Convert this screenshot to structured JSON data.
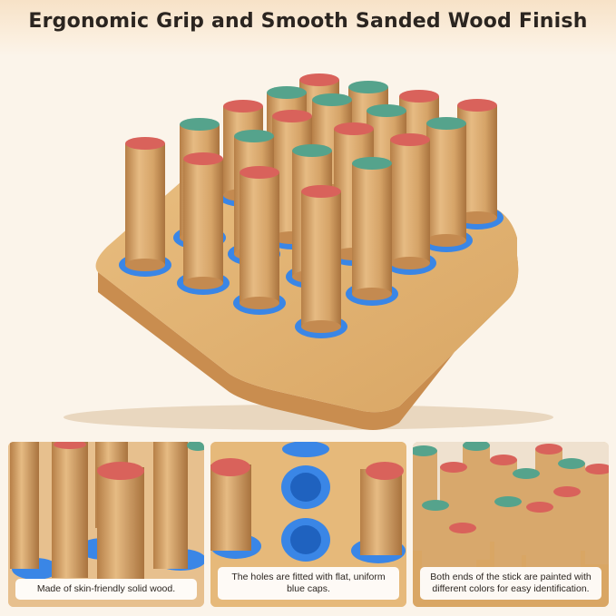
{
  "headline": "Ergonomic Grip and Smooth Sanded Wood Finish",
  "colors": {
    "wood_light": "#e3b77f",
    "wood_mid": "#d19d63",
    "wood_dark": "#b67f47",
    "cap_red": "#d9625b",
    "cap_teal": "#55a38c",
    "blue_ring": "#3a86e6",
    "board": "#e0b06c",
    "board_side": "#c98d4f"
  },
  "panels": [
    {
      "caption": "Made of skin-friendly solid wood."
    },
    {
      "caption": "The holes are fitted with flat, uniform blue caps."
    },
    {
      "caption": "Both ends of the stick are painted with different colors for easy identification."
    }
  ]
}
